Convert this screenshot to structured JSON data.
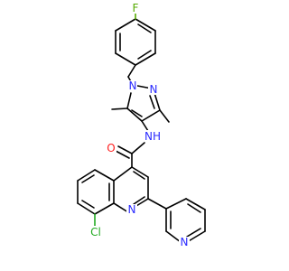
{
  "molecule": {
    "atoms": {
      "F": {
        "label": "F",
        "color": "#55aa00"
      },
      "N_pyrazole_1": {
        "label": "N",
        "color": "#2b2bff"
      },
      "N_pyrazole_2": {
        "label": "N",
        "color": "#2b2bff"
      },
      "O": {
        "label": "O",
        "color": "#ff2020"
      },
      "NH": {
        "label": "NH",
        "color": "#2b2bff"
      },
      "N_quinoline": {
        "label": "N",
        "color": "#2b2bff"
      },
      "Cl": {
        "label": "Cl",
        "color": "#22aa22"
      },
      "N_pyridine": {
        "label": "N",
        "color": "#2b2bff"
      }
    }
  }
}
